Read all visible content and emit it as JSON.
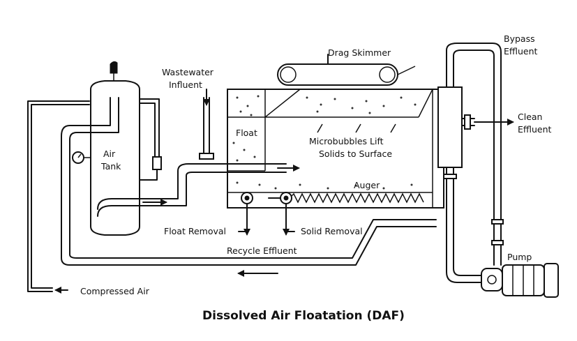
{
  "title": "Dissolved Air Floatation (DAF)",
  "labels": {
    "drag_skimmer": "Drag Skimmer",
    "bypass_effluent_1": "Bypass",
    "bypass_effluent_2": "Effluent",
    "wastewater_influent_1": "Wastewater",
    "wastewater_influent_2": "Influent",
    "air_tank_1": "Air",
    "air_tank_2": "Tank",
    "float": "Float",
    "microbubbles_1": "Microbubbles Lift",
    "microbubbles_2": "Solids to Surface",
    "clean_effluent_1": "Clean",
    "clean_effluent_2": "Effluent",
    "auger": "Auger",
    "float_removal": "Float Removal",
    "solid_removal": "Solid Removal",
    "recycle_effluent": "Recycle Effluent",
    "pump": "Pump",
    "compressed_air": "Compressed Air"
  }
}
